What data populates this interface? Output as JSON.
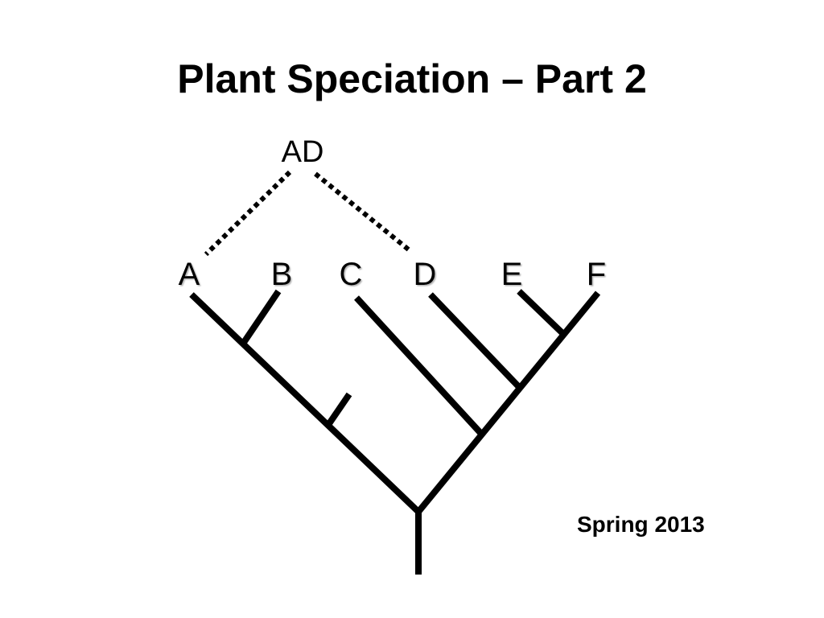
{
  "slide": {
    "title": "Plant Speciation – Part 2",
    "footer": "Spring 2013"
  },
  "diagram": {
    "ancestor_label": "AD",
    "taxa": [
      "A",
      "B",
      "C",
      "D",
      "E",
      "F"
    ],
    "colors": {
      "line": "#000000",
      "label": "#000000",
      "label_shadow": "#b5b5b5"
    }
  }
}
